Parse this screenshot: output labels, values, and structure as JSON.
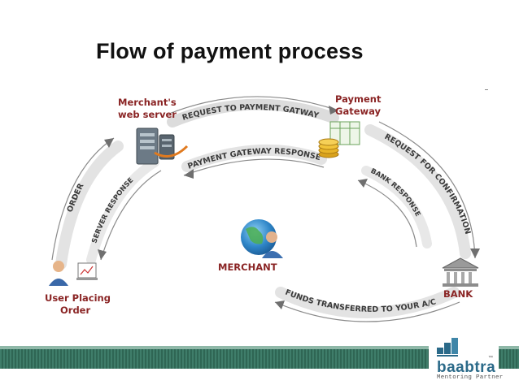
{
  "title": "Flow of payment process",
  "nodes": {
    "merchant_server": {
      "line1": "Merchant's",
      "line2": "web server"
    },
    "payment_gateway": {
      "line1": "Payment",
      "line2": "Gateway"
    },
    "merchant": {
      "label": "MERCHANT"
    },
    "bank": {
      "label": "BANK"
    },
    "user": {
      "line1": "User Placing",
      "line2": "Order"
    }
  },
  "arrows": {
    "request_to_gateway": "REQUEST  TO PAYMENT GATWAY",
    "gateway_response": "PAYMENT GATEWAY RESPONSE",
    "request_confirmation": "REQUEST FOR CONFIRMATION",
    "bank_response": "BANK RESPONSE",
    "funds_transferred": "FUNDS TRANSFERRED TO YOUR A/C",
    "order": "ORDER",
    "server_response": "SERVER RESPONSE"
  },
  "logo": {
    "name": "baabtra",
    "tagline": "Mentoring Partner",
    "tm": "™"
  },
  "colors": {
    "label_text": "#8a2424",
    "arrow_text": "#3a3a3a",
    "arrow_body": "#e4e4e4",
    "footer": "#3f7d6a",
    "logo_blue": "#2b6a89"
  },
  "icons": [
    "server-icon",
    "gateway-coins-icon",
    "globe-person-icon",
    "bank-building-icon",
    "user-computer-icon",
    "baabtra-logo-icon"
  ]
}
